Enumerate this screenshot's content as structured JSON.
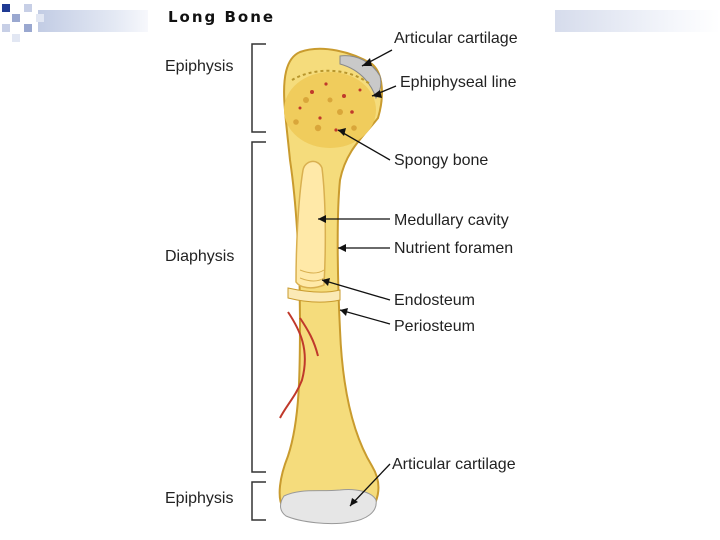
{
  "diagram": {
    "title": "Long Bone",
    "regions": {
      "top": "Epiphysis",
      "middle": "Diaphysis",
      "bottom": "Epiphysis"
    },
    "labels": {
      "articular_cartilage_top": "Articular cartilage",
      "epiphyseal_line": "Ephiphyseal line",
      "spongy_bone": "Spongy bone",
      "medullary_cavity": "Medullary cavity",
      "nutrient_foramen": "Nutrient foramen",
      "endosteum": "Endosteum",
      "periosteum": "Periosteum",
      "articular_cartilage_bottom": "Articular cartilage"
    }
  },
  "colors": {
    "bone": "#f5dc7c",
    "bone_shade": "#e2b94a",
    "cartilage": "#c9c9c9",
    "marrow": "#ffe9a8",
    "vessel": "#c0392b",
    "slide_accent": "#1f3a93"
  }
}
